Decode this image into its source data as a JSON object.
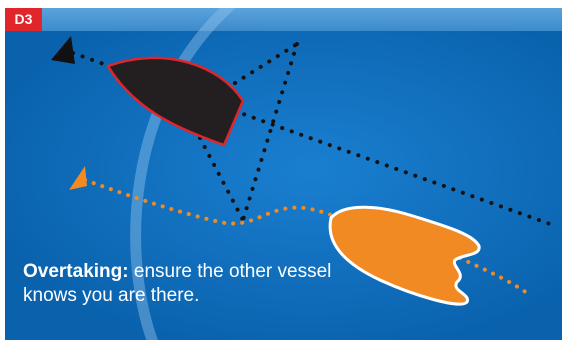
{
  "badge": {
    "label": "D3",
    "color": "#e0252b"
  },
  "caption": {
    "title": "Overtaking:",
    "text": " ensure the other vessel knows you are there."
  },
  "colors": {
    "water": "#0e6fc0",
    "topbar": "#4b97d4",
    "overtaking_vessel": "#231f20",
    "overtaking_vessel_outline": "#e0252b",
    "other_vessel": "#f18a23",
    "other_vessel_outline": "#ffffff",
    "other_vessel_track": "#f18a23",
    "sight_lines": "#111111"
  },
  "icons": {
    "overtaking_vessel_heading": "arrowhead-icon",
    "other_vessel_heading": "arrowhead-icon"
  }
}
